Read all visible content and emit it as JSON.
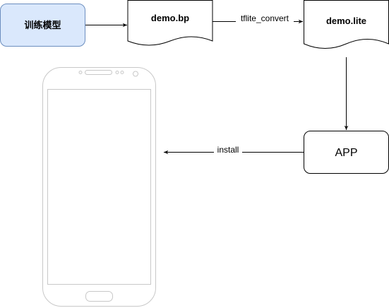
{
  "nodes": {
    "train": {
      "label": "训练模型",
      "fill": "#dae8fc",
      "stroke": "#6c8ebf"
    },
    "demo_bp": {
      "label": "demo.bp"
    },
    "demo_lite": {
      "label": "demo.lite"
    },
    "app": {
      "label": "APP"
    }
  },
  "edges": {
    "convert": {
      "label": "tflite_convert"
    },
    "install": {
      "label": "install"
    }
  },
  "phone": {
    "icon": "smartphone-icon",
    "stroke": "#c8c8c8"
  }
}
